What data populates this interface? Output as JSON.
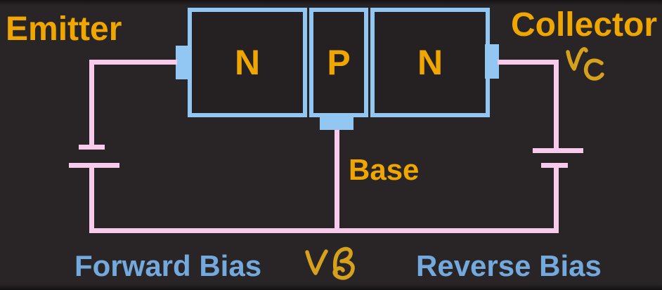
{
  "diagram": {
    "type": "NPN transistor biasing circuit",
    "labels": {
      "emitter": "Emitter",
      "collector": "Collector",
      "base": "Base",
      "forward_bias": "Forward Bias",
      "reverse_bias": "Reverse Bias",
      "vc": "VC",
      "vb": "VB"
    },
    "regions": [
      {
        "label": "N",
        "terminal": "Emitter"
      },
      {
        "label": "P",
        "terminal": "Base"
      },
      {
        "label": "N",
        "terminal": "Collector"
      }
    ],
    "batteries": [
      {
        "side": "left",
        "circuit": "Forward Bias"
      },
      {
        "side": "right",
        "circuit": "Reverse Bias"
      }
    ],
    "colors": {
      "background": "#292526",
      "semiconductor_outline": "#92C7F4",
      "wire_pink": "#F8CBED",
      "label_orange": "#F0A600",
      "handwriting_gold": "#D6A11C",
      "bias_label_blue": "#74A9DD"
    }
  }
}
